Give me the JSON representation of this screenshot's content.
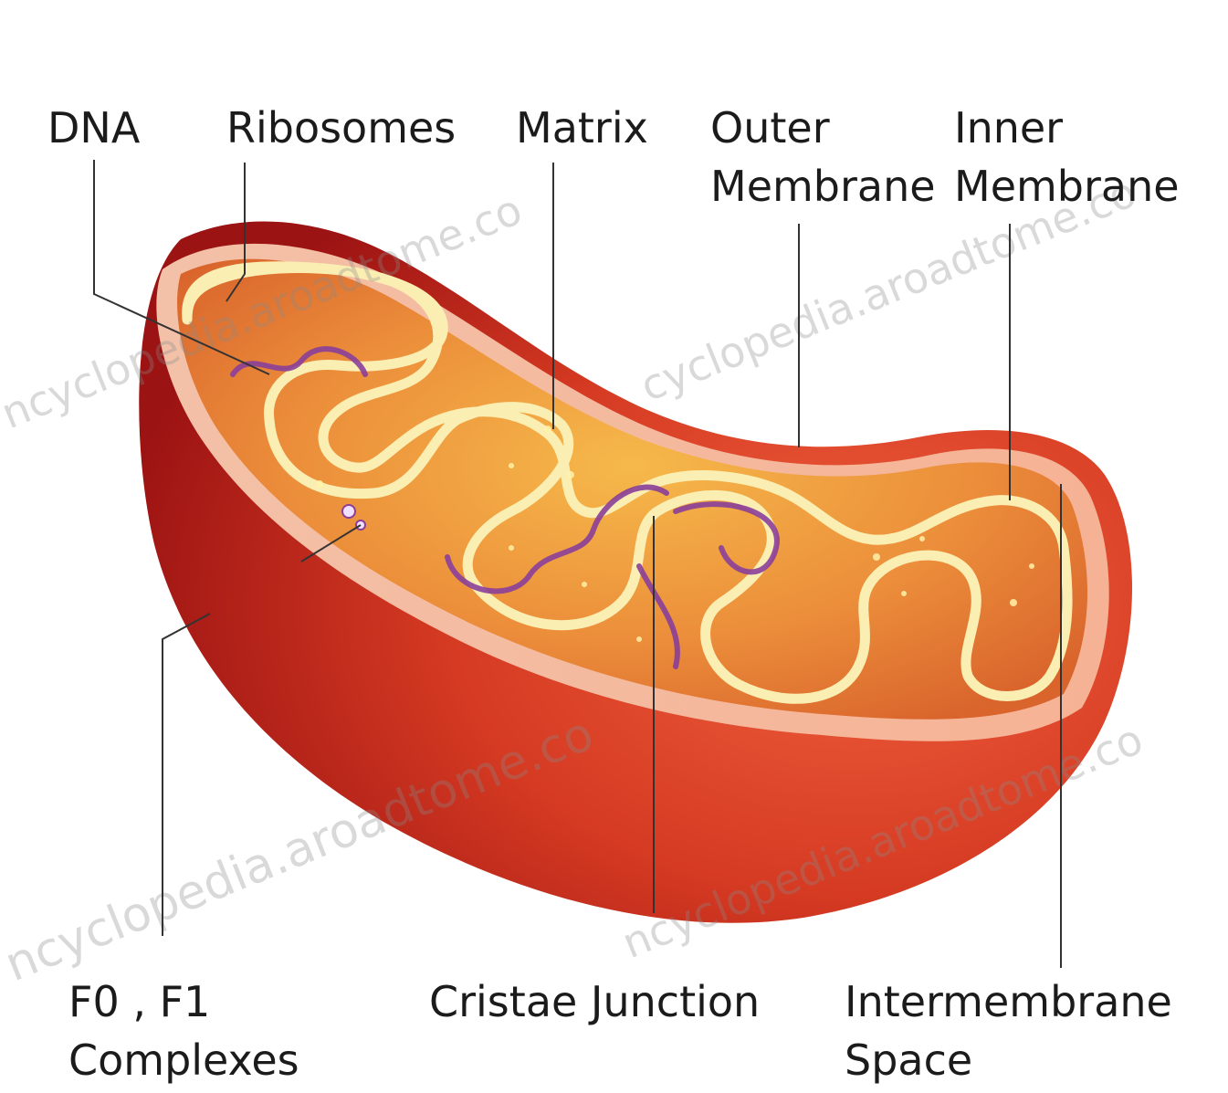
{
  "diagram": {
    "labels": {
      "dna": {
        "lines": [
          "DNA"
        ]
      },
      "ribosomes": {
        "lines": [
          "Ribosomes"
        ]
      },
      "matrix": {
        "lines": [
          "Matrix"
        ]
      },
      "outer_membrane": {
        "lines": [
          "Outer",
          "Membrane"
        ]
      },
      "inner_membrane": {
        "lines": [
          "Inner",
          "Membrane"
        ]
      },
      "f0_f1_complexes": {
        "lines": [
          "F0 , F1",
          "Complexes"
        ]
      },
      "cristae_junction": {
        "lines": [
          "Cristae Junction"
        ]
      },
      "intermembrane_space": {
        "lines": [
          "Intermembrane",
          "Space"
        ]
      }
    },
    "watermark": {
      "segments": [
        "ncyclopedia.aroadtome.co",
        "cyclopedia.aroadtome.co",
        "ncyclopedia.aroadtome.co",
        "ncyclopedia.aroadtome.co"
      ]
    },
    "colors": {
      "outer_shell_light": "#f0603e",
      "outer_shell_dark": "#9c1313",
      "rim": "#f6b294",
      "inner_fill": "#e4823c",
      "matrix": "#f3a43c",
      "cristae": "#fbeeb2",
      "dna": "#8a3f9a",
      "leader_line": "#333333"
    }
  }
}
